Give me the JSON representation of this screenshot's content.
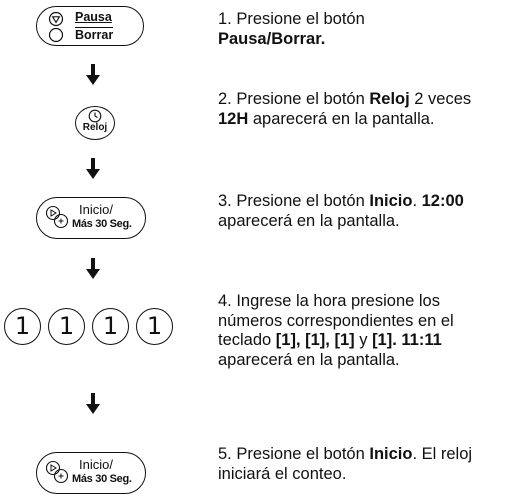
{
  "buttons": {
    "pause_label": "Pausa",
    "clear_label": "Borrar",
    "clock_label": "Reloj",
    "start_label": "Inicio/",
    "plus30_label": "Más 30 Seg.",
    "number_keys": [
      "1",
      "1",
      "1",
      "1"
    ]
  },
  "steps": [
    {
      "prefix": "1. Presione el botón ",
      "bold1": "Pausa/Borrar.",
      "rest": ""
    },
    {
      "prefix": "2. Presione el botón ",
      "bold1": "Reloj",
      "mid": " 2 veces ",
      "bold2": "12H",
      "rest": " aparecerá en la pantalla."
    },
    {
      "prefix": "3. Presione el botón ",
      "bold1": "Inicio",
      "mid": ". ",
      "bold2": "12:00",
      "rest": " aparecerá en la pantalla."
    },
    {
      "prefix": "4. Ingrese la hora presione los números correspondientes en el teclado ",
      "bold1": "[1], [1], [1]",
      "mid": " y ",
      "bold2": "[1]. 11:11",
      "rest": " aparecerá en la pantalla."
    },
    {
      "prefix": "5. Presione el botón ",
      "bold1": "Inicio",
      "mid": ". El reloj iniciará el conteo.",
      "rest": ""
    }
  ]
}
